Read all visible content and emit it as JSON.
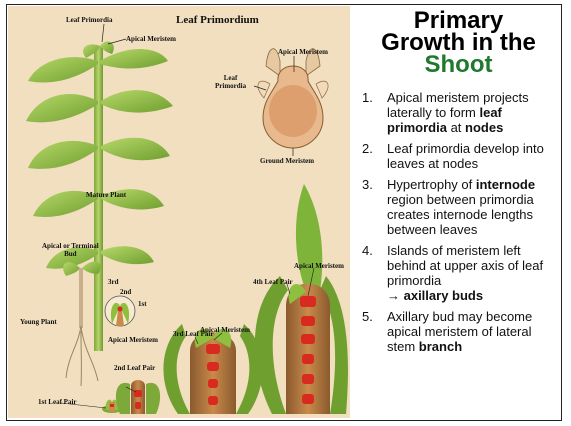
{
  "figure": {
    "title": "Leaf Primordium",
    "labels": {
      "leaf_primordia_top": "Leaf Primordia",
      "apical_meristem_top": "Apical Meristem",
      "apical_meristem_cross": "Apical Meristem",
      "leaf_primordia_cross": "Leaf\nPrimordia",
      "ground_meristem": "Ground Meristem",
      "mature_plant": "Mature Plant",
      "apical_terminal_bud": "Apical or Terminal\nBud",
      "young_plant": "Young Plant",
      "third": "3rd",
      "second": "2nd",
      "first": "1st",
      "apical_meristem_small": "Apical Meristem",
      "first_leaf_pair": "1st Leaf Pair",
      "second_leaf_pair": "2nd Leaf Pair",
      "third_leaf_pair": "3rd Leaf Pair",
      "apical_meristem_mid": "Apical Meristem",
      "fourth_leaf_pair": "4th Leaf Pair",
      "apical_meristem_large": "Apical Meristem"
    }
  },
  "title": {
    "line1": "Primary",
    "line2": "Growth in the",
    "line3": "Shoot"
  },
  "points": [
    {
      "num": "1.",
      "t1": "Apical meristem projects laterally to form ",
      "b1": "leaf primordia",
      "t2": " at ",
      "b2": "nodes"
    },
    {
      "num": "2.",
      "t1": "Leaf primordia develop into leaves at nodes"
    },
    {
      "num": "3.",
      "t1": "Hypertrophy of ",
      "b1": "internode",
      "t2": " region between primordia creates internode lengths between leaves"
    },
    {
      "num": "4.",
      "t1": "Islands of meristem left behind at upper axis of leaf primordia",
      "b1": "→ axillary buds"
    },
    {
      "num": "5.",
      "t1": "Axillary bud may become apical meristem of lateral stem ",
      "b1": "branch"
    }
  ],
  "colors": {
    "figure_bg": "#f1dfbf",
    "leaf_green": "#8fbf3f",
    "title_accent": "#1f7a2e",
    "meristem_red": "#d92a20"
  }
}
